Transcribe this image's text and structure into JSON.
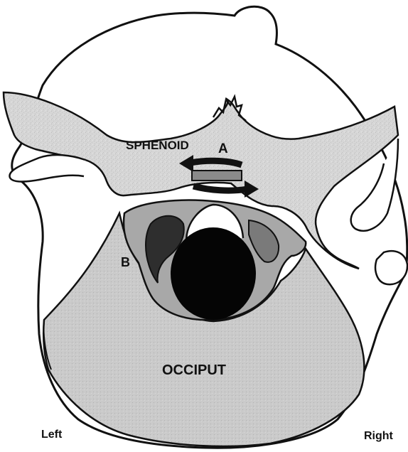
{
  "labels": {
    "sphenoid": "SPHENOID",
    "a": "A",
    "b": "B",
    "occiput": "OCCIPUT",
    "left": "Left",
    "right": "Right"
  },
  "colors": {
    "outline": "#111111",
    "bone_fill": "#d9d9d9",
    "occiput_fill": "#cfcfcf",
    "foramen": "#050505",
    "vertebra_fill": "#9a9a9a",
    "background": "#ffffff"
  }
}
